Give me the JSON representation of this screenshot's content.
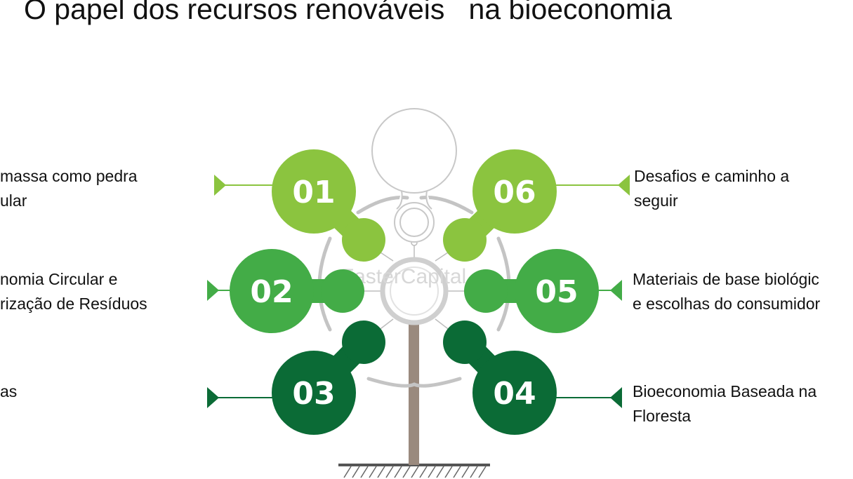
{
  "title": "O papel dos recursos renováveis   na bioeconomia",
  "watermark": "FasterCapital",
  "colors": {
    "light_green": "#8bc43f",
    "mid_green": "#43ac47",
    "dark_green": "#0b6b36",
    "trunk": "#9a8a7e",
    "outline": "#c8c8c8"
  },
  "items": [
    {
      "number": "01",
      "lines": [
        "massa como pedra",
        "ular"
      ],
      "side": "left",
      "color": "light_green"
    },
    {
      "number": "02",
      "lines": [
        "nomia Circular e",
        "rização de Resíduos"
      ],
      "side": "left",
      "color": "mid_green"
    },
    {
      "number": "03",
      "lines": [
        "as"
      ],
      "side": "left",
      "color": "dark_green"
    },
    {
      "number": "04",
      "lines": [
        "Bioeconomia Baseada na",
        "Floresta"
      ],
      "side": "right",
      "color": "dark_green"
    },
    {
      "number": "05",
      "lines": [
        "Materiais de base biológic",
        "e escolhas do consumidor"
      ],
      "side": "right",
      "color": "mid_green"
    },
    {
      "number": "06",
      "lines": [
        "Desafios e caminho a",
        "seguir"
      ],
      "side": "right",
      "color": "light_green"
    }
  ]
}
